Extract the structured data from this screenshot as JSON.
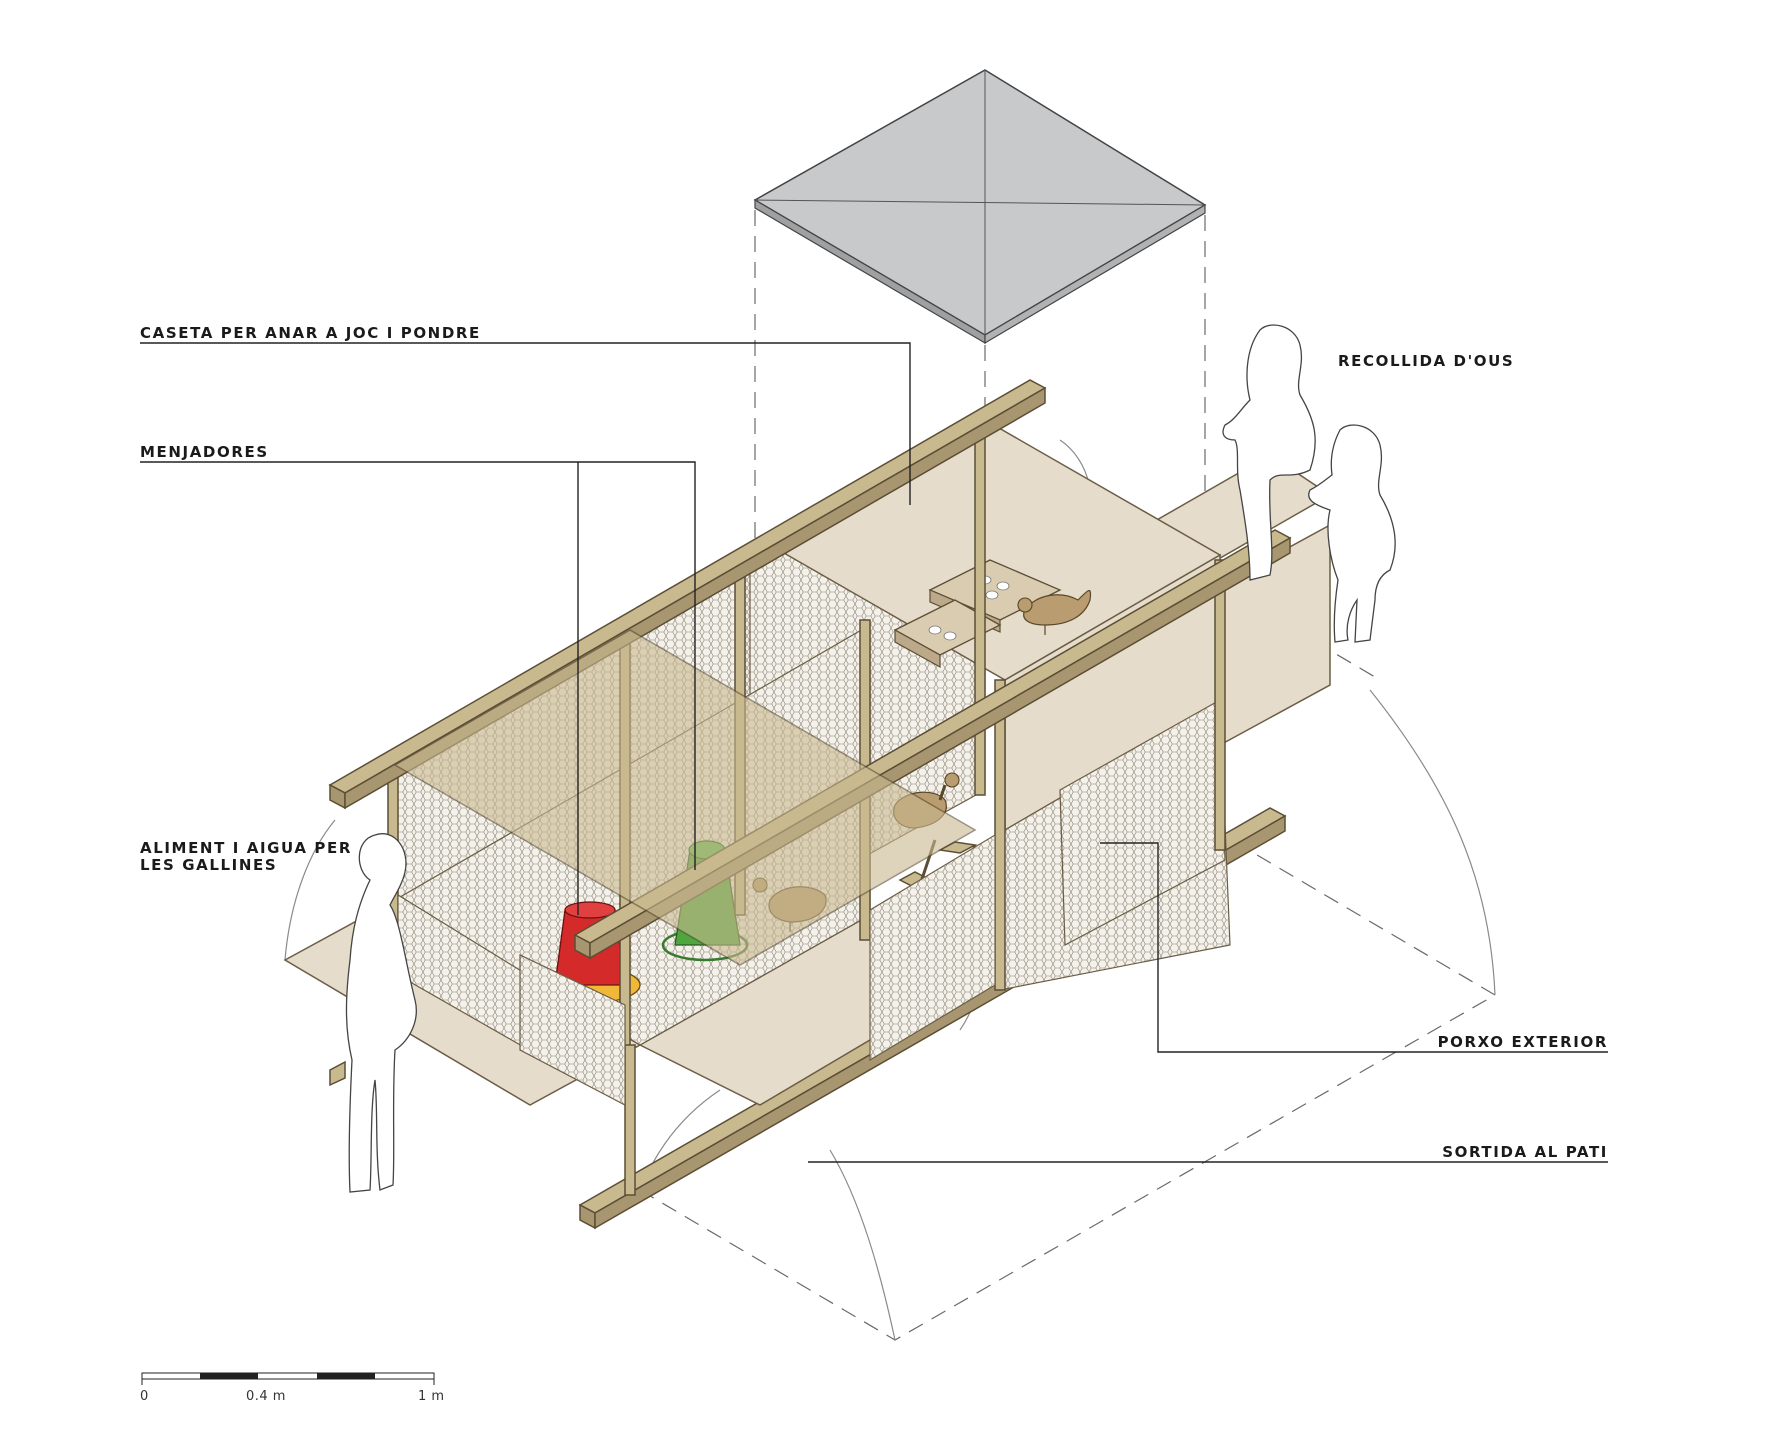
{
  "labels": {
    "caseta": "CASETA PER ANAR A JOC I PONDRE",
    "menjadores": "MENJADORES",
    "aliment_line1": "ALIMENT I AIGUA PER",
    "aliment_line2": "LES GALLINES",
    "recollida": "RECOLLIDA D'OUS",
    "porxo": "PORXO EXTERIOR",
    "sortida": "SORTIDA AL PATI"
  },
  "scale_bar": {
    "tick_0": "0",
    "tick_mid": "0.4 m",
    "tick_end": "1 m"
  },
  "colors": {
    "wood": "#c9b98f",
    "board": "#e6dccb",
    "roof": "#c8c9cb",
    "feeder_red": "#d42a2a",
    "drinker_green": "#4fa63f"
  }
}
